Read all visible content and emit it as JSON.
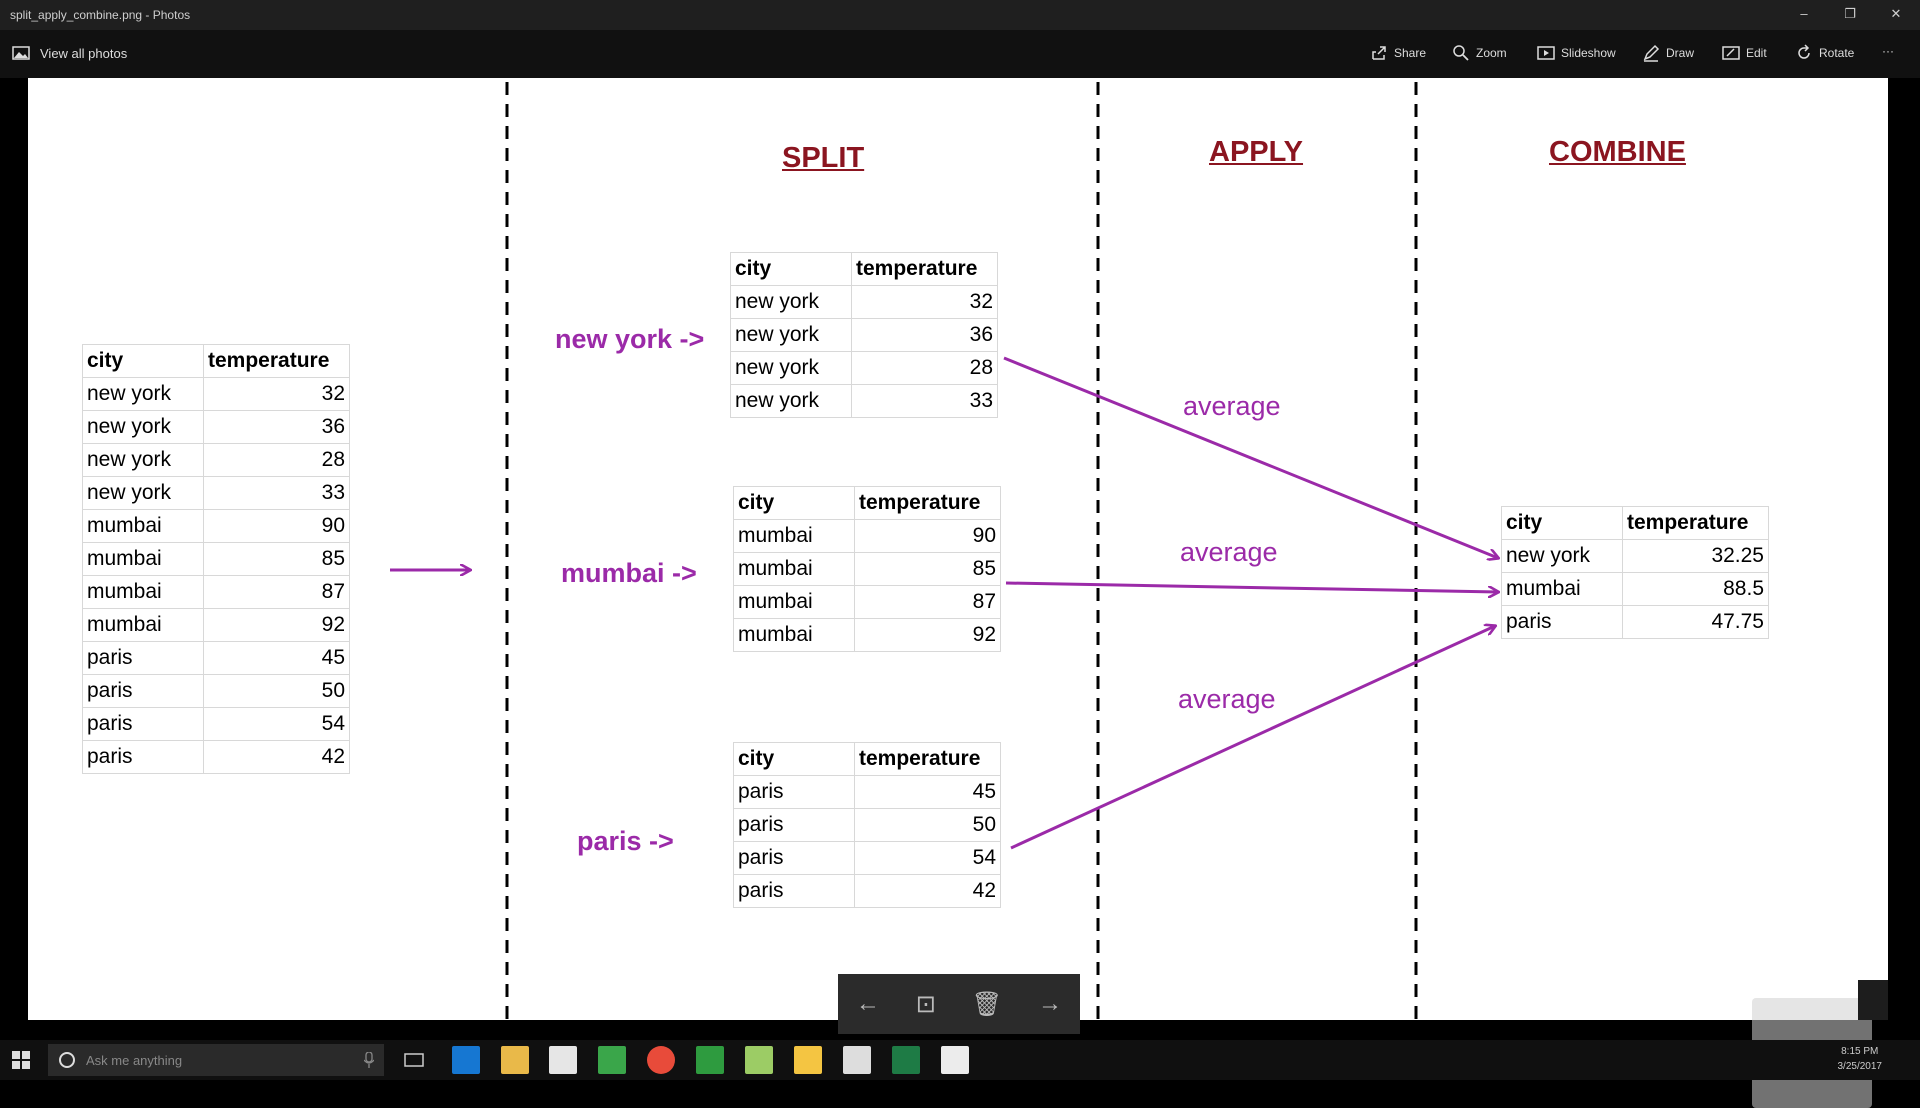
{
  "window": {
    "title": "split_apply_combine.png - Photos",
    "minimize_glyph": "–",
    "restore_glyph": "❐",
    "close_glyph": "✕"
  },
  "toolbar": {
    "view_all": "View all photos",
    "share": "Share",
    "zoom": "Zoom",
    "slideshow": "Slideshow",
    "draw": "Draw",
    "edit": "Edit",
    "rotate": "Rotate",
    "more": "···"
  },
  "image": {
    "headers": {
      "split": "SPLIT",
      "apply": "APPLY",
      "combine": "COMBINE"
    },
    "columns": [
      "city",
      "temperature"
    ],
    "source_table": [
      [
        "new york",
        "32"
      ],
      [
        "new york",
        "36"
      ],
      [
        "new york",
        "28"
      ],
      [
        "new york",
        "33"
      ],
      [
        "mumbai",
        "90"
      ],
      [
        "mumbai",
        "85"
      ],
      [
        "mumbai",
        "87"
      ],
      [
        "mumbai",
        "92"
      ],
      [
        "paris",
        "45"
      ],
      [
        "paris",
        "50"
      ],
      [
        "paris",
        "54"
      ],
      [
        "paris",
        "42"
      ]
    ],
    "groups": [
      {
        "label": "new york ->",
        "rows": [
          [
            "new york",
            "32"
          ],
          [
            "new york",
            "36"
          ],
          [
            "new york",
            "28"
          ],
          [
            "new york",
            "33"
          ]
        ]
      },
      {
        "label": "mumbai ->",
        "rows": [
          [
            "mumbai",
            "90"
          ],
          [
            "mumbai",
            "85"
          ],
          [
            "mumbai",
            "87"
          ],
          [
            "mumbai",
            "92"
          ]
        ]
      },
      {
        "label": "paris ->",
        "rows": [
          [
            "paris",
            "45"
          ],
          [
            "paris",
            "50"
          ],
          [
            "paris",
            "54"
          ],
          [
            "paris",
            "42"
          ]
        ]
      }
    ],
    "apply_labels": [
      "average",
      "average",
      "average"
    ],
    "result_table": [
      [
        "new york",
        "32.25"
      ],
      [
        "mumbai",
        "88.5"
      ],
      [
        "paris",
        "47.75"
      ]
    ],
    "accent_color": "#9b2aa8",
    "header_color": "#8b1520"
  },
  "nav": {
    "prev": "←",
    "fit": "⊡",
    "delete": "🗑",
    "next": "→"
  },
  "taskbar": {
    "search_placeholder": "Ask me anything",
    "time": "8:15 PM",
    "date": "3/25/2017"
  }
}
